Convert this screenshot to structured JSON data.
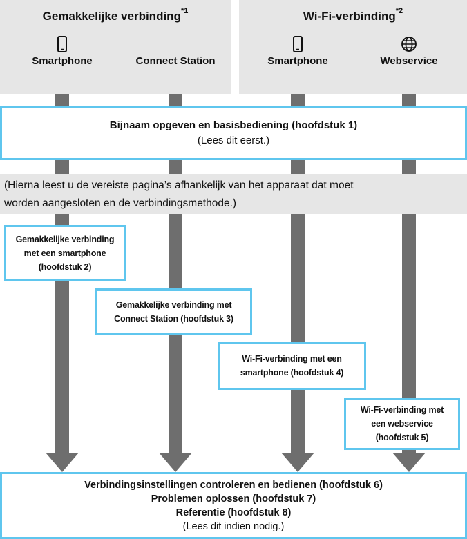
{
  "header": {
    "easy": {
      "title": "Gemakkelijke verbinding",
      "note": "*1"
    },
    "wifi": {
      "title": "Wi-Fi-verbinding",
      "note": "*2"
    },
    "devices": [
      {
        "label": "Smartphone",
        "icon": "smartphone-icon"
      },
      {
        "label": "Connect Station",
        "icon": ""
      },
      {
        "label": "Smartphone",
        "icon": "smartphone-icon"
      },
      {
        "label": "Webservice",
        "icon": "globe-icon"
      }
    ]
  },
  "step1": {
    "title": "Bijnaam opgeven en basisbediening (hoofdstuk 1)",
    "note": "(Lees dit eerst.)"
  },
  "guidance": {
    "line1": "(Hierna leest u de vereiste pagina’s afhankelijk van het apparaat dat moet",
    "line2": "worden aangesloten en de verbindingsmethode.)"
  },
  "chapters": [
    {
      "lines": [
        "Gemakkelijke verbinding",
        "met een smartphone",
        "(hoofdstuk 2)"
      ]
    },
    {
      "lines": [
        "Gemakkelijke verbinding met",
        "Connect Station (hoofdstuk 3)"
      ]
    },
    {
      "lines": [
        "Wi-Fi-verbinding met een",
        "smartphone (hoofdstuk 4)"
      ]
    },
    {
      "lines": [
        "Wi-Fi-verbinding met",
        "een webservice",
        "(hoofdstuk 5)"
      ]
    }
  ],
  "final": {
    "line1": "Verbindingsinstellingen controleren en bedienen (hoofdstuk 6)",
    "line2": "Problemen oplossen (hoofdstuk 7)",
    "line3": "Referentie (hoofdstuk 8)",
    "note": "(Lees dit indien nodig.)"
  },
  "colors": {
    "accent": "#5fc6ee",
    "arrow": "#6e6e6e",
    "panel": "#e6e6e6"
  }
}
